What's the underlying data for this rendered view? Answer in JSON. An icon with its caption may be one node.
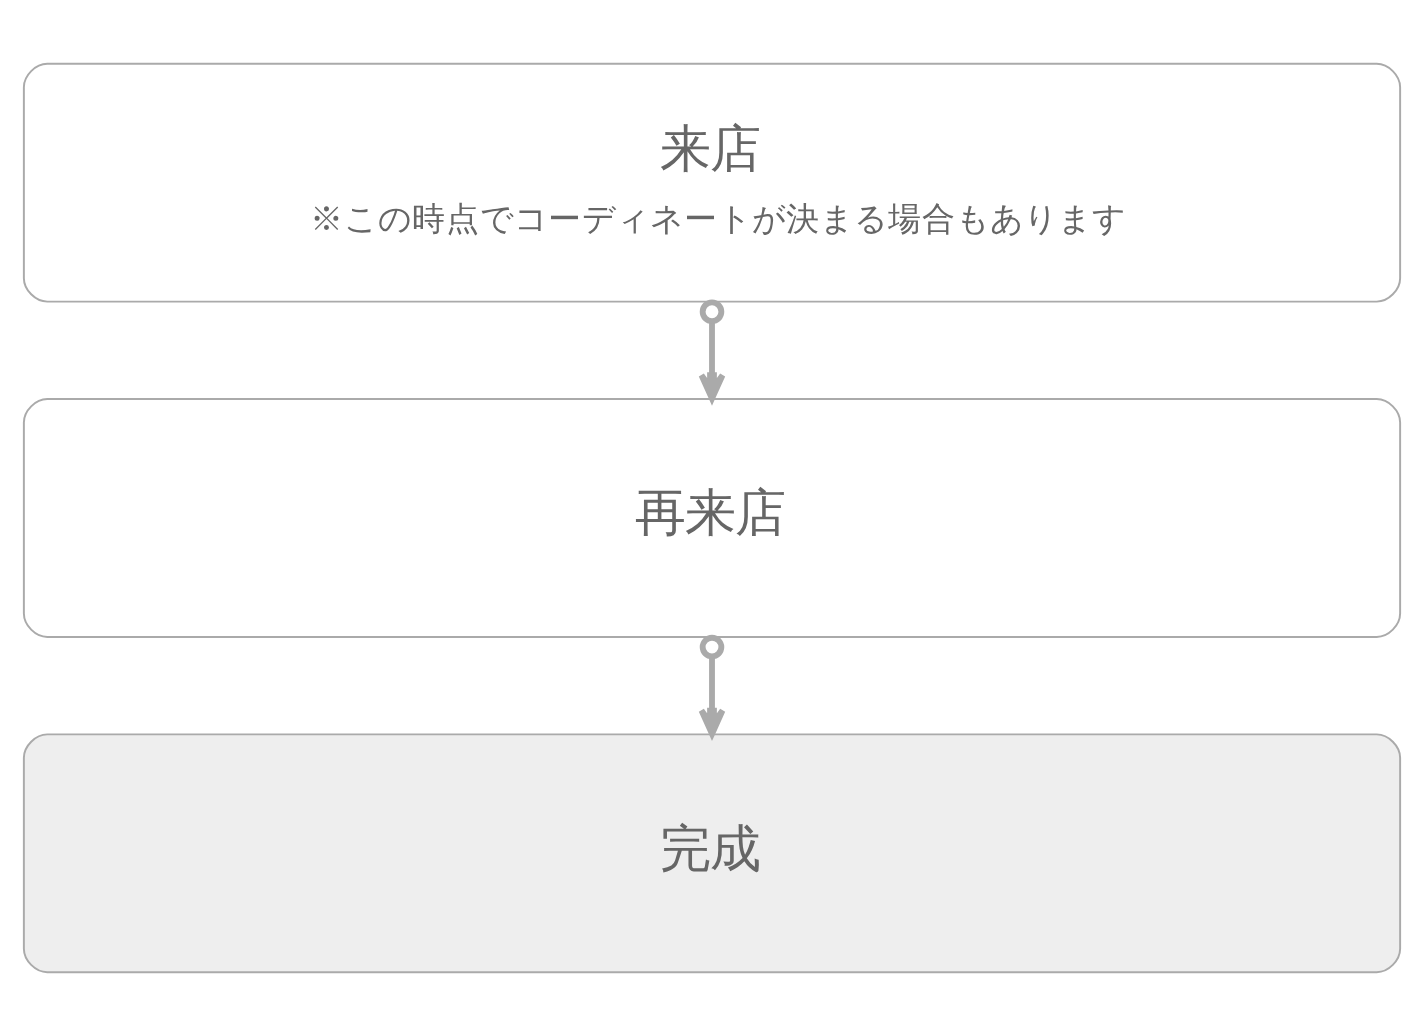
{
  "diagram": {
    "nodes": [
      {
        "text": [
          "来店",
          "※この時点でコーディネートが決まる場合もあります"
        ]
      },
      {
        "text": [
          "再来店"
        ]
      },
      {
        "text": [
          "完成"
        ]
      }
    ],
    "edges": [
      {
        "from": 0,
        "to": 1,
        "arrow": "to"
      },
      {
        "from": 1,
        "to": 2,
        "arrow": "to"
      }
    ]
  }
}
